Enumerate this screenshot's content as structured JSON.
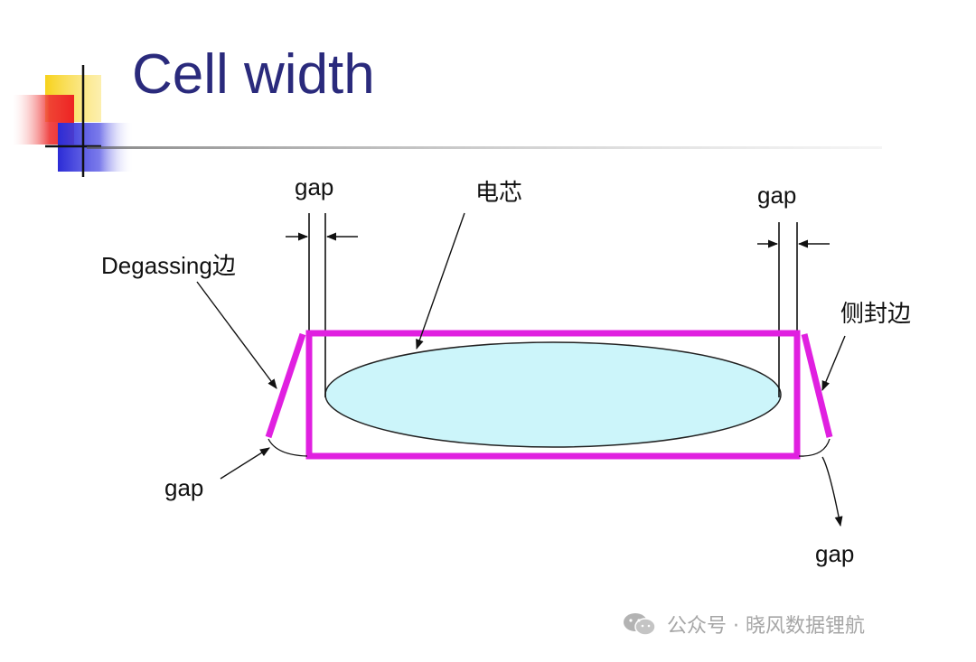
{
  "title": "Cell width",
  "labels": {
    "gap_top_left": "gap",
    "gap_top_right": "gap",
    "core": "电芯",
    "degassing_edge": "Degassing边",
    "side_seal_edge": "侧封边",
    "gap_bottom_left": "gap",
    "gap_bottom_right": "gap"
  },
  "watermark": {
    "icon": "wechat-icon",
    "text": "公众号 · 晓风数据锂航"
  },
  "colors": {
    "title": "#2a2a7c",
    "frame": "#e020e0",
    "core_fill": "#ccf5fa",
    "deco_yellow": "#f7d21b",
    "deco_red": "#ee2222",
    "deco_blue": "#2b2bd6"
  }
}
